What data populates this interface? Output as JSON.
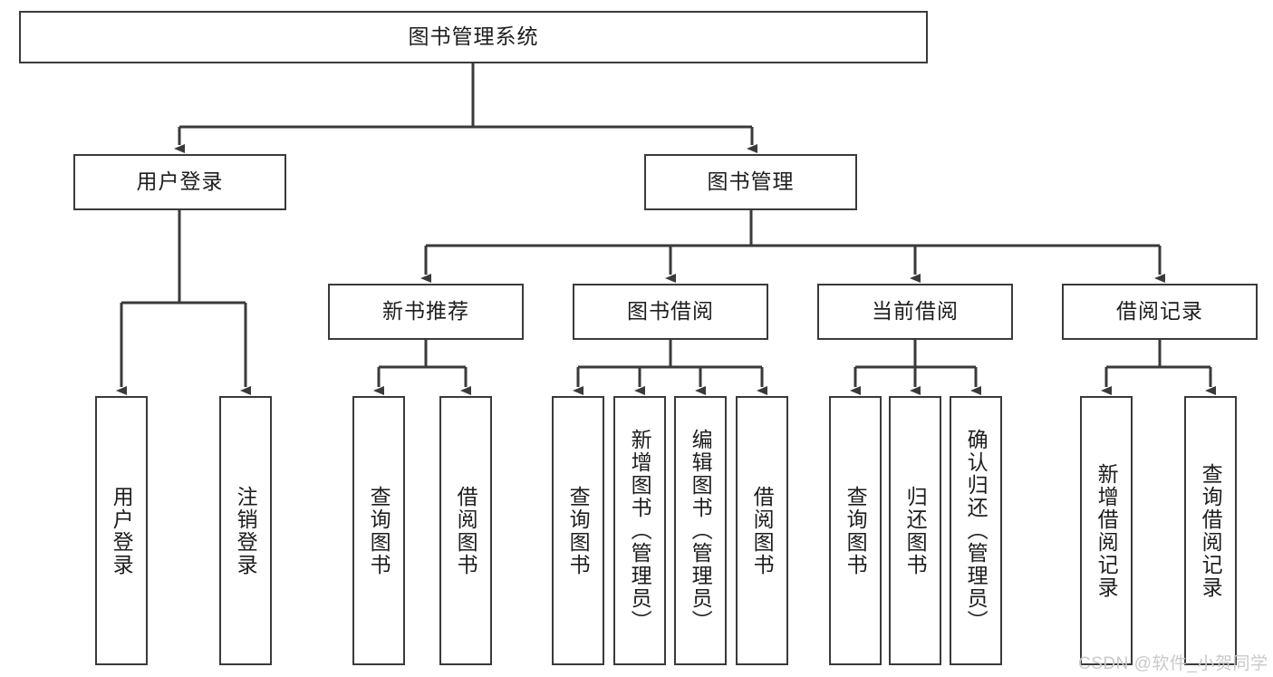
{
  "diagram": {
    "type": "tree-hierarchy",
    "title": "图书管理系统",
    "root": {
      "label": "图书管理系统"
    },
    "level2": [
      {
        "label": "用户登录"
      },
      {
        "label": "图书管理"
      }
    ],
    "level3": [
      {
        "label": "新书推荐",
        "parent": "图书管理"
      },
      {
        "label": "图书借阅",
        "parent": "图书管理"
      },
      {
        "label": "当前借阅",
        "parent": "图书管理"
      },
      {
        "label": "借阅记录",
        "parent": "图书管理"
      }
    ],
    "leaves": {
      "user_login": [
        {
          "label": "用户登录"
        },
        {
          "label": "注销登录"
        }
      ],
      "new_book_recommend": [
        {
          "label": "查询图书"
        },
        {
          "label": "借阅图书"
        }
      ],
      "book_borrow": [
        {
          "label": "查询图书"
        },
        {
          "label": "新增图书（管理员）"
        },
        {
          "label": "编辑图书（管理员）"
        },
        {
          "label": "借阅图书"
        }
      ],
      "current_borrow": [
        {
          "label": "查询图书"
        },
        {
          "label": "归还图书"
        },
        {
          "label": "确认归还（管理员）"
        }
      ],
      "borrow_record": [
        {
          "label": "新增借阅记录"
        },
        {
          "label": "查询借阅记录"
        }
      ]
    },
    "watermark": "CSDN @软件_小贺同学",
    "colors": {
      "stroke": "#3a3a3a",
      "fill": "#ffffff",
      "text": "#1d1d1d",
      "watermark": "#c9c9c9"
    }
  }
}
